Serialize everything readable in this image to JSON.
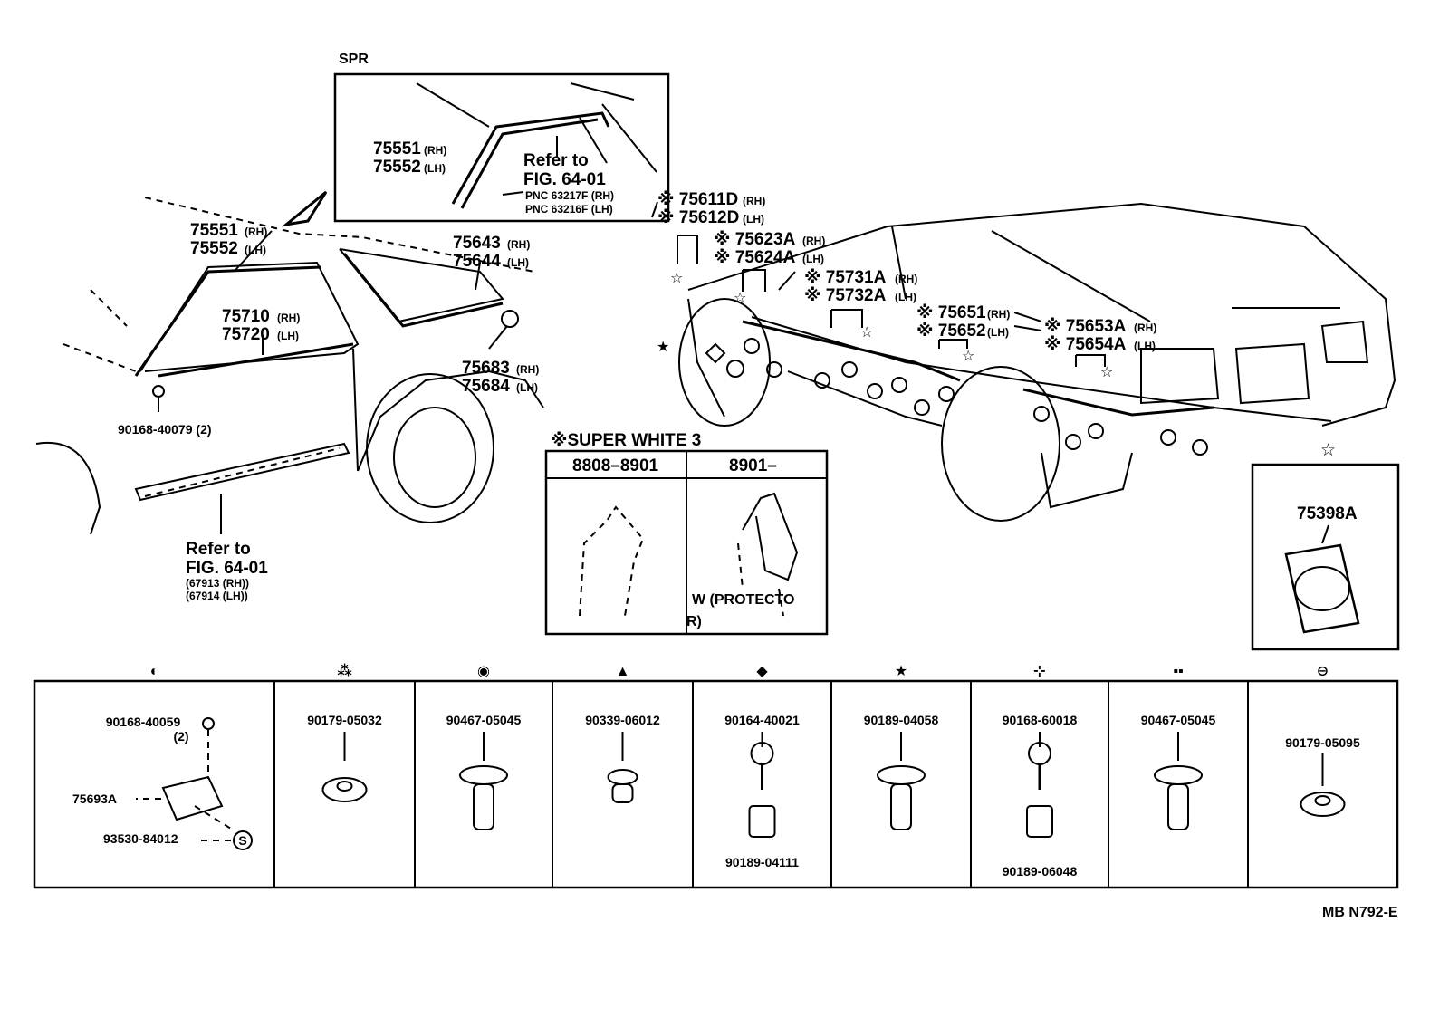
{
  "inset_spr": {
    "title": "SPR",
    "pn_rh": "75551",
    "pn_rh_side": "(RH)",
    "pn_lh": "75552",
    "pn_lh_side": "(LH)",
    "refer_line1": "Refer to",
    "refer_line2": "FIG. 64-01",
    "pnc_rh": "PNC 63217F (RH)",
    "pnc_lh": "PNC 63216F (LH)"
  },
  "left_car": {
    "roof_rh": "75551",
    "roof_rh_side": "(RH)",
    "roof_lh": "75552",
    "roof_lh_side": "(LH)",
    "quarter_rh": "75643",
    "quarter_rh_side": "(RH)",
    "quarter_lh": "75644",
    "quarter_lh_side": "(LH)",
    "belt_rh": "75710",
    "belt_rh_side": "(RH)",
    "belt_lh": "75720",
    "belt_lh_side": "(LH)",
    "fuel_rh": "75683",
    "fuel_rh_side": "(RH)",
    "fuel_lh": "75684",
    "fuel_lh_side": "(LH)",
    "screw": "90168-40079 (2)",
    "refer_line1": "Refer to",
    "refer_line2": "FIG. 64-01",
    "rocker_rh": "(67913 (RH))",
    "rocker_lh": "(67914 (LH))"
  },
  "right_car": {
    "p1_rh": "※ 75611D",
    "p1_rh_side": "(RH)",
    "p1_lh": "※ 75612D",
    "p1_lh_side": "(LH)",
    "p2_rh": "※ 75623A",
    "p2_rh_side": "(RH)",
    "p2_lh": "※ 75624A",
    "p2_lh_side": "(LH)",
    "p3_rh": "※ 75731A",
    "p3_rh_side": "(RH)",
    "p3_lh": "※ 75732A",
    "p3_lh_side": "(LH)",
    "p4_rh": "※ 75651",
    "p4_rh_side": "(RH)",
    "p4_lh": "※ 75652",
    "p4_lh_side": "(LH)",
    "p5_rh": "※ 75653A",
    "p5_rh_side": "(RH)",
    "p5_lh": "※ 75654A",
    "p5_lh_side": "(LH)"
  },
  "super_white": {
    "title": "※SUPER  WHITE  3",
    "col1": "8808–8901",
    "col2": "8901–",
    "protector_line1": "W  (PROTECTO",
    "protector_line2": "R)"
  },
  "star_box": {
    "symbol": "☆",
    "part": "75398A"
  },
  "fasteners": [
    {
      "symbol": "◐",
      "icon": "half-circle-icon",
      "parts": [
        "90168-40059",
        "(2)",
        "75693A",
        "93530-84012"
      ]
    },
    {
      "symbol": "⁂",
      "icon": "triple-dot-icon",
      "parts": [
        "90179-05032"
      ]
    },
    {
      "symbol": "◉",
      "icon": "ring-icon",
      "parts": [
        "90467-05045"
      ]
    },
    {
      "symbol": "▲",
      "icon": "triangle-circle-icon",
      "parts": [
        "90339-06012"
      ]
    },
    {
      "symbol": "◆",
      "icon": "diamond-icon",
      "parts": [
        "90164-40021",
        "90189-04111"
      ]
    },
    {
      "symbol": "★",
      "icon": "star-icon",
      "parts": [
        "90189-04058"
      ]
    },
    {
      "symbol": "⊹",
      "icon": "pinwheel-icon",
      "parts": [
        "90168-60018",
        "90189-06048"
      ]
    },
    {
      "symbol": "▪▪",
      "icon": "grid-icon",
      "parts": [
        "90467-05045"
      ]
    },
    {
      "symbol": "⊖",
      "icon": "minus-circle-icon",
      "parts": [
        "90179-05095"
      ]
    }
  ],
  "fastener_s_mark": "S",
  "footer_code": "MB N792-E"
}
